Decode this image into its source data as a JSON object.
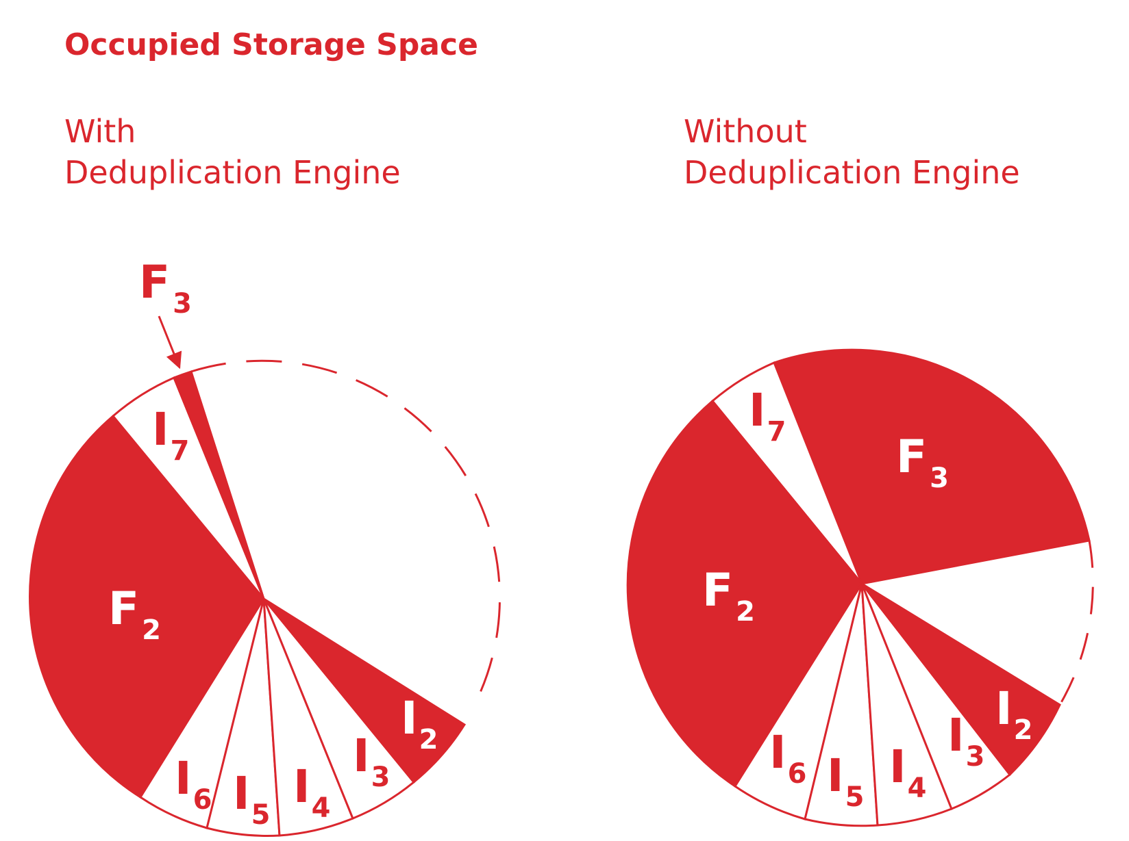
{
  "title": "Occupied Storage Space",
  "colors": {
    "accent": "#da262d",
    "background": "#ffffff"
  },
  "left_panel": {
    "heading_line1": "With",
    "heading_line2": "Deduplication Engine",
    "callout": {
      "letter": "F",
      "sub": "3"
    },
    "segments": [
      {
        "letter": "F",
        "sub": "2",
        "filled": true
      },
      {
        "letter": "I",
        "sub": "7",
        "filled": false
      },
      {
        "letter": "I",
        "sub": "6",
        "filled": false
      },
      {
        "letter": "I",
        "sub": "5",
        "filled": false
      },
      {
        "letter": "I",
        "sub": "4",
        "filled": false
      },
      {
        "letter": "I",
        "sub": "3",
        "filled": false
      },
      {
        "letter": "I",
        "sub": "2",
        "filled": true
      }
    ]
  },
  "right_panel": {
    "heading_line1": "Without",
    "heading_line2": "Deduplication Engine",
    "segments": [
      {
        "letter": "F",
        "sub": "3",
        "filled": true
      },
      {
        "letter": "F",
        "sub": "2",
        "filled": true
      },
      {
        "letter": "I",
        "sub": "7",
        "filled": false
      },
      {
        "letter": "I",
        "sub": "6",
        "filled": false
      },
      {
        "letter": "I",
        "sub": "5",
        "filled": false
      },
      {
        "letter": "I",
        "sub": "4",
        "filled": false
      },
      {
        "letter": "I",
        "sub": "3",
        "filled": false
      },
      {
        "letter": "I",
        "sub": "2",
        "filled": true
      }
    ]
  }
}
